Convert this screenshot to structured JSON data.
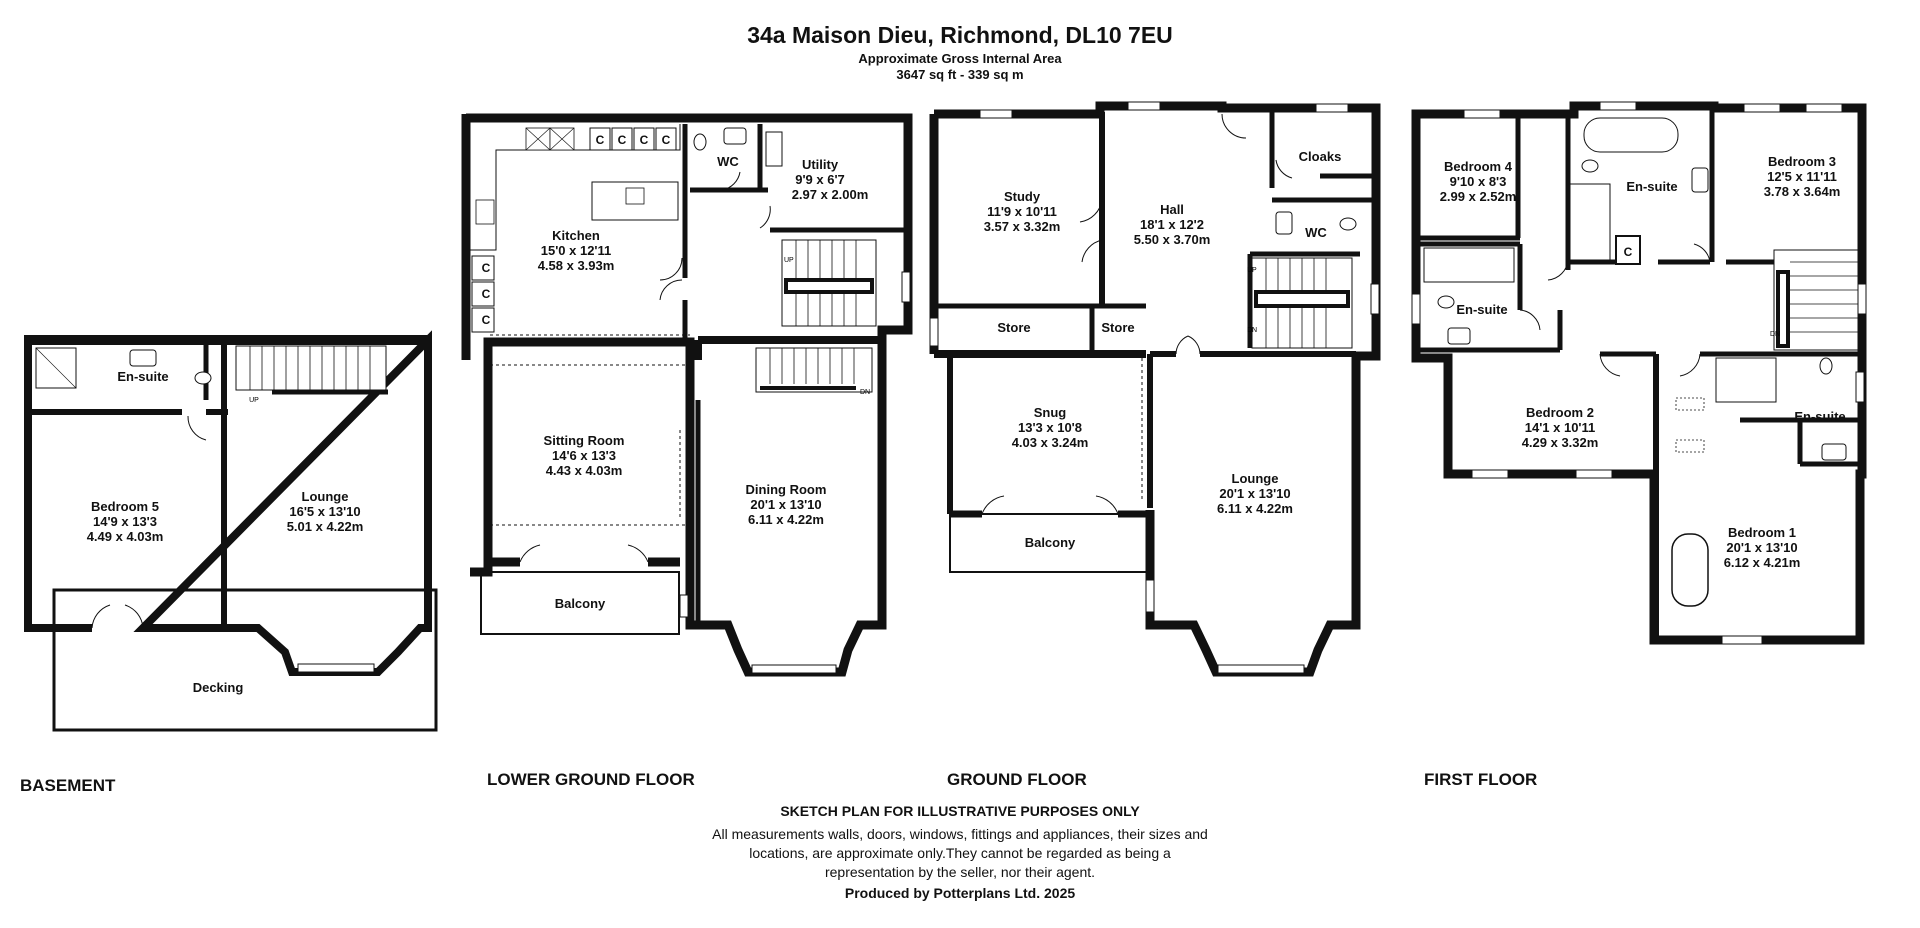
{
  "header": {
    "title": "34a Maison Dieu, Richmond, DL10 7EU",
    "subtitle": "Approximate Gross Internal Area",
    "area": "3647 sq ft - 339 sq m"
  },
  "floors": {
    "basement": {
      "label": "BASEMENT",
      "rooms": {
        "ensuite": {
          "name": "En-suite"
        },
        "bedroom5": {
          "name": "Bedroom 5",
          "imperial": "14'9 x 13'3",
          "metric": "4.49 x 4.03m"
        },
        "lounge": {
          "name": "Lounge",
          "imperial": "16'5 x 13'10",
          "metric": "5.01 x 4.22m"
        },
        "decking": {
          "name": "Decking"
        }
      },
      "marks": {
        "up": "UP"
      }
    },
    "lower_ground": {
      "label": "LOWER GROUND FLOOR",
      "rooms": {
        "kitchen": {
          "name": "Kitchen",
          "imperial": "15'0 x 12'11",
          "metric": "4.58 x 3.93m"
        },
        "wc": {
          "name": "WC"
        },
        "utility": {
          "name": "Utility",
          "imperial": "9'9 x 6'7",
          "metric": "2.97 x 2.00m"
        },
        "sitting": {
          "name": "Sitting Room",
          "imperial": "14'6 x 13'3",
          "metric": "4.43 x 4.03m"
        },
        "dining": {
          "name": "Dining Room",
          "imperial": "20'1 x 13'10",
          "metric": "6.11 x 4.22m"
        },
        "balcony": {
          "name": "Balcony"
        }
      },
      "marks": {
        "cupboard": "C",
        "up": "UP",
        "dn": "DN"
      }
    },
    "ground": {
      "label": "GROUND FLOOR",
      "rooms": {
        "study": {
          "name": "Study",
          "imperial": "11'9 x 10'11",
          "metric": "3.57 x 3.32m"
        },
        "hall": {
          "name": "Hall",
          "imperial": "18'1 x 12'2",
          "metric": "5.50 x 3.70m"
        },
        "cloaks": {
          "name": "Cloaks"
        },
        "wc": {
          "name": "WC"
        },
        "store1": {
          "name": "Store"
        },
        "store2": {
          "name": "Store"
        },
        "snug": {
          "name": "Snug",
          "imperial": "13'3 x 10'8",
          "metric": "4.03 x 3.24m"
        },
        "balcony": {
          "name": "Balcony"
        },
        "lounge": {
          "name": "Lounge",
          "imperial": "20'1 x 13'10",
          "metric": "6.11 x 4.22m"
        }
      },
      "marks": {
        "up": "UP",
        "dn": "DN"
      }
    },
    "first": {
      "label": "FIRST FLOOR",
      "rooms": {
        "bedroom4": {
          "name": "Bedroom 4",
          "imperial": "9'10 x 8'3",
          "metric": "2.99 x 2.52m"
        },
        "ensuite_top": {
          "name": "En-suite"
        },
        "bedroom3": {
          "name": "Bedroom 3",
          "imperial": "12'5 x 11'11",
          "metric": "3.78 x 3.64m"
        },
        "ensuite_left": {
          "name": "En-suite"
        },
        "bedroom2": {
          "name": "Bedroom 2",
          "imperial": "14'1 x 10'11",
          "metric": "4.29 x 3.32m"
        },
        "ensuite_right": {
          "name": "En-suite"
        },
        "bedroom1": {
          "name": "Bedroom 1",
          "imperial": "20'1 x 13'10",
          "metric": "6.12 x 4.21m"
        }
      },
      "marks": {
        "cupboard": "C",
        "dn": "DN"
      }
    }
  },
  "footer": {
    "disclaimer_title": "SKETCH PLAN FOR ILLUSTRATIVE PURPOSES ONLY",
    "line1": "All measurements walls, doors, windows, fittings and appliances, their sizes and",
    "line2": "locations, are approximate only.They cannot be regarded as being a",
    "line3": "representation by the seller, nor their agent.",
    "produced_by": "Produced by Potterplans Ltd. 2025"
  }
}
